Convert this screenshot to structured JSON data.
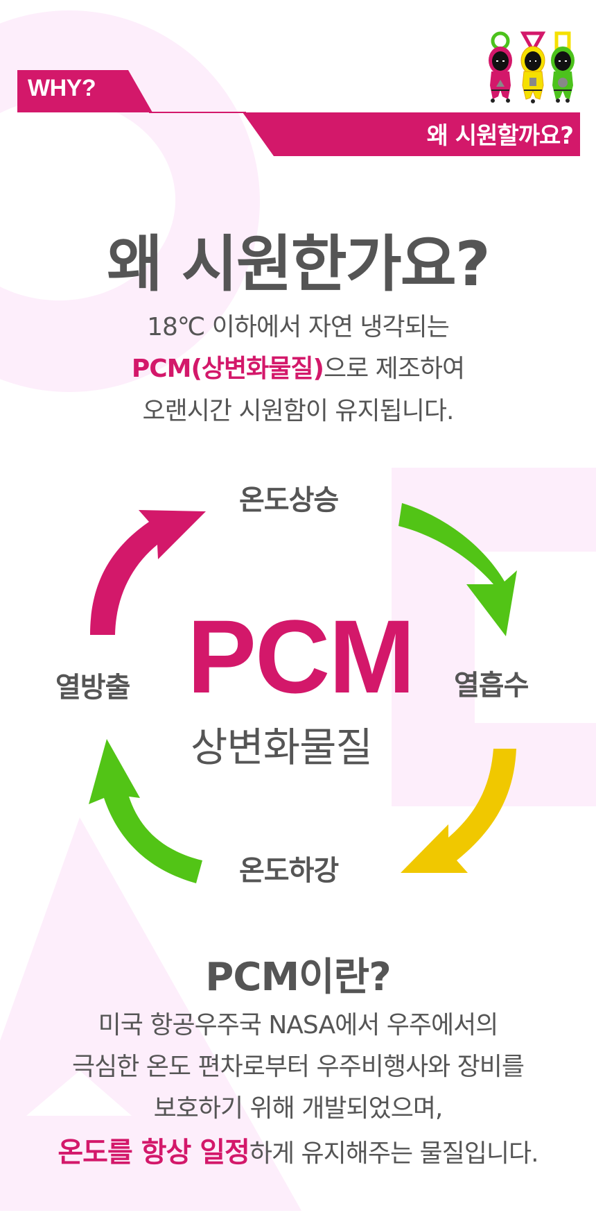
{
  "colors": {
    "accent": "#d3186a",
    "text": "#555555",
    "background_shape": "#fdeefb",
    "arrow_magenta": "#d3186a",
    "arrow_green": "#52c416",
    "arrow_yellow": "#f0c800"
  },
  "header": {
    "tag": "WHY?",
    "banner": "왜 시원할까요?",
    "characters_icon": "squid-game-guards-icon"
  },
  "intro": {
    "headline": "왜 시원한가요?",
    "line1": "18℃ 이하에서 자연 냉각되는",
    "line2_accent": "PCM(상변화물질)",
    "line2_rest": "으로 제조하여",
    "line3": "오랜시간 시원함이 유지됩니다."
  },
  "cycle": {
    "center_title": "PCM",
    "center_subtitle": "상변화물질",
    "steps": [
      {
        "label": "온도상승",
        "position": "top"
      },
      {
        "label": "열흡수",
        "position": "right"
      },
      {
        "label": "온도하강",
        "position": "bottom"
      },
      {
        "label": "열방출",
        "position": "left"
      }
    ]
  },
  "about": {
    "title": "PCM이란?",
    "line1": "미국 항공우주국 NASA에서 우주에서의",
    "line2": "극심한 온도 편차로부터 우주비행사와 장비를",
    "line3": "보호하기 위해 개발되었으며,",
    "line4_accent": "온도를 항상 일정",
    "line4_rest": "하게 유지해주는 물질입니다."
  }
}
